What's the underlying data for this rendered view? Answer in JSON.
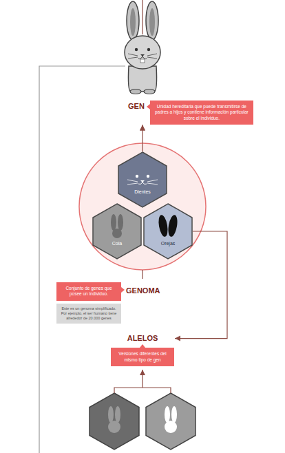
{
  "diagram": {
    "nodes": [
      {
        "text": [
          "GEN",
          "Unidad hereditaria que puede transmitirse de padres a hijos y contiene información particular sobre el individuo."
        ]
      },
      {
        "text": [
          "Dientes"
        ]
      },
      {
        "text": [
          "Cola"
        ]
      },
      {
        "text": [
          "Orejas"
        ]
      },
      {
        "text": [
          "GENOMA",
          "Conjunto de genes que posee un individuo."
        ]
      },
      {
        "text": [
          "Este es un genoma simplificado. Por ejemplo, el ser humano tiene alrededor de 20.000 genes"
        ]
      },
      {
        "text": [
          "ALELOS",
          "Versiones diferentes del mismo tipo de gen"
        ]
      }
    ],
    "edges": [
      {
        "from": 1,
        "to": 0,
        "arrow": "to"
      },
      {
        "from": 3,
        "to": 6,
        "arrow": "to"
      }
    ]
  }
}
